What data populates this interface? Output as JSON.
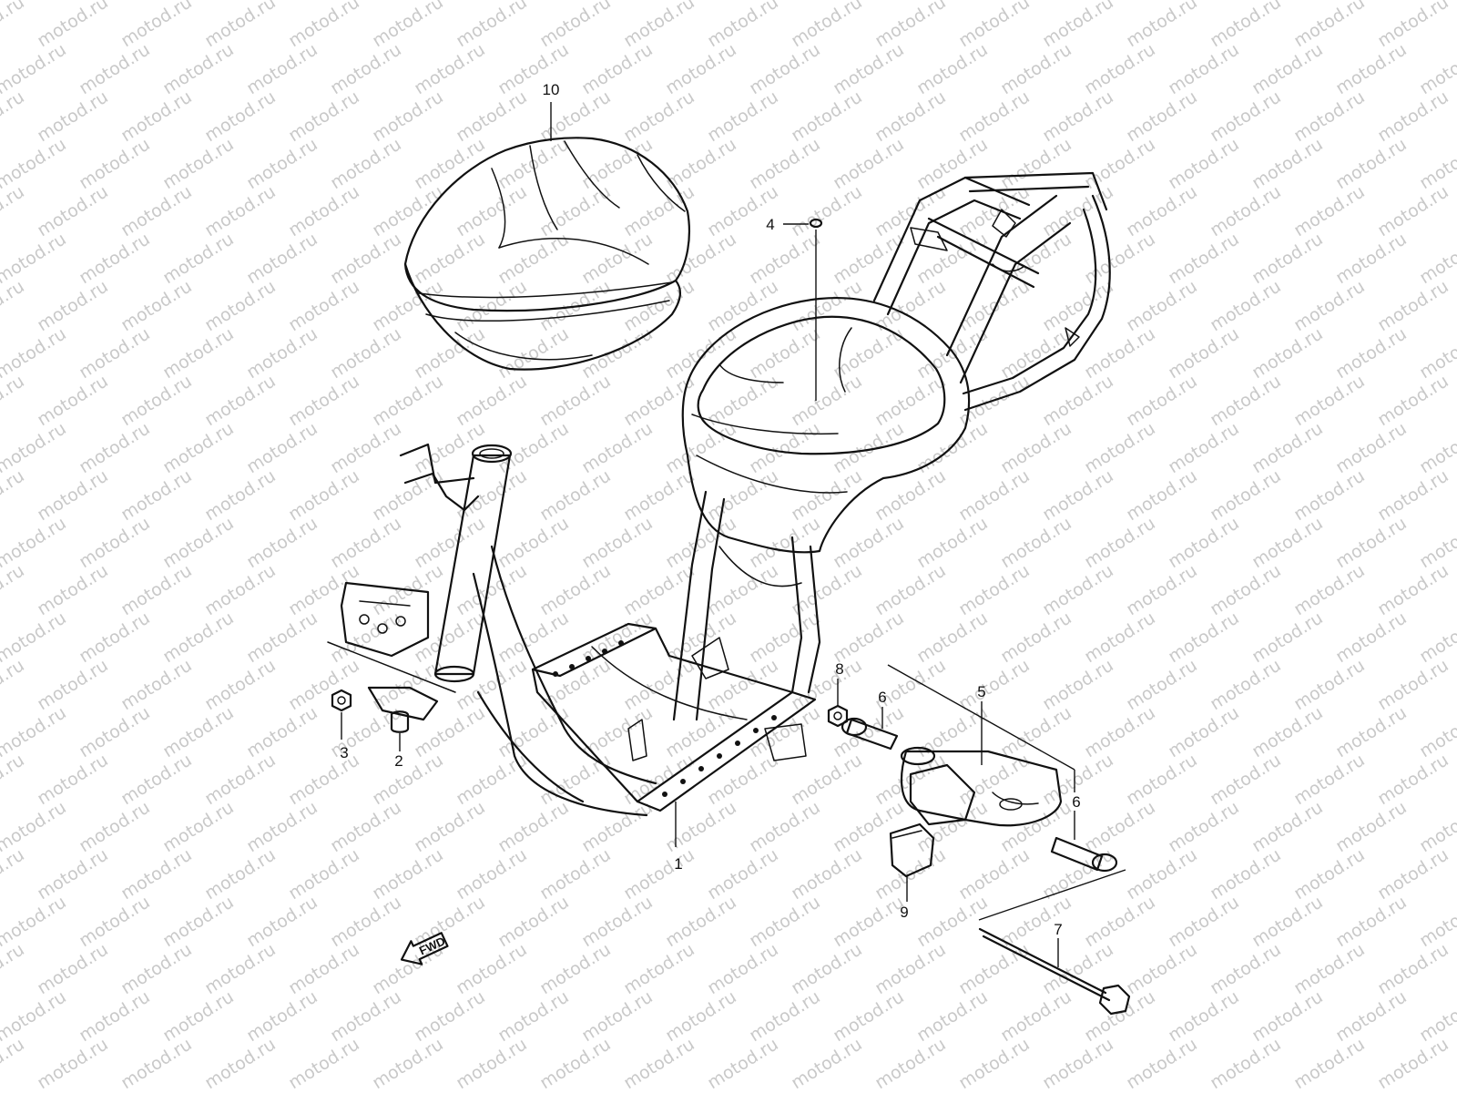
{
  "watermark": {
    "text": "motod.ru",
    "color": "#c9c9c9"
  },
  "parts": [
    {
      "id": "frame",
      "label": "1"
    },
    {
      "id": "bracket-mount",
      "label": "2"
    },
    {
      "id": "nut",
      "label": "3"
    },
    {
      "id": "cap",
      "label": "4"
    },
    {
      "id": "engine-mount-assembly",
      "label": "5"
    },
    {
      "id": "bush-left",
      "label": "6"
    },
    {
      "id": "bolt-long",
      "label": "7"
    },
    {
      "id": "nut-small",
      "label": "8"
    },
    {
      "id": "stopper",
      "label": "9"
    },
    {
      "id": "cover",
      "label": "10"
    },
    {
      "id": "bush-right",
      "label": "6"
    }
  ],
  "forward_indicator": {
    "text": "FWD",
    "icon": "forward-arrow-icon"
  }
}
